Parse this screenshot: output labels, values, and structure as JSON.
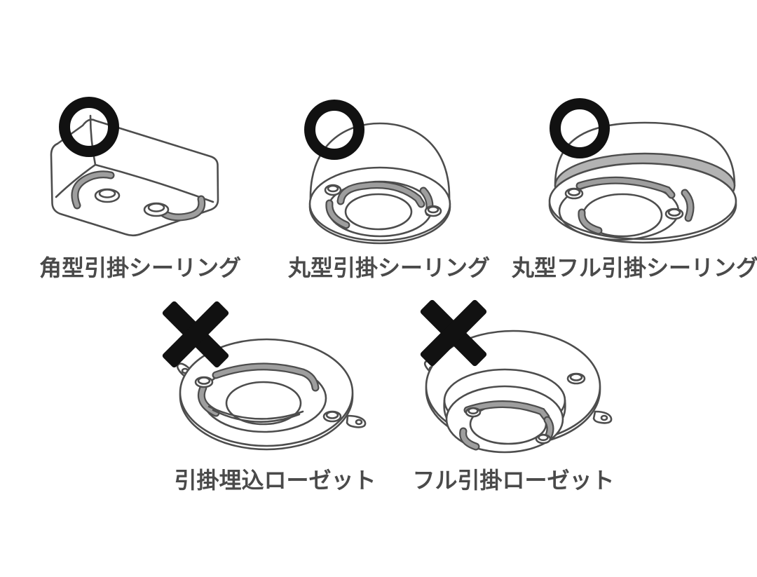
{
  "diagram": {
    "items": [
      {
        "label": "角型引掛シーリング",
        "mark": "circle",
        "name": "square-hook-ceiling"
      },
      {
        "label": "丸型引掛シーリング",
        "mark": "circle",
        "name": "round-hook-ceiling"
      },
      {
        "label": "丸型フル引掛シーリング",
        "mark": "circle",
        "name": "round-full-hook-ceiling"
      },
      {
        "label": "引掛埋込ローゼット",
        "mark": "cross",
        "name": "recessed-hook-rosette"
      },
      {
        "label": "フル引掛ローゼット",
        "mark": "cross",
        "name": "full-hook-rosette"
      }
    ],
    "colors": {
      "background": "#ffffff",
      "line": "#4d4d4d",
      "slot": "#9e9e9e",
      "band": "#b3b3b3",
      "mark": "#111111",
      "text": "#4a4a4a"
    }
  }
}
